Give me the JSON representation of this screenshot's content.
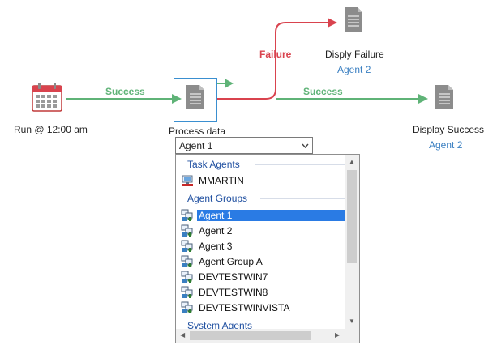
{
  "flow": {
    "nodes": {
      "run": {
        "label": "Run @ 12:00 am"
      },
      "process": {
        "label": "Process data"
      },
      "failure": {
        "label": "Disply Failure",
        "agent": "Agent 2"
      },
      "success": {
        "label": "Display Success",
        "agent": "Agent 2"
      }
    },
    "edges": {
      "run_to_process": "Success",
      "process_to_failure": "Failure",
      "process_to_success": "Success"
    },
    "colors": {
      "success": "#5fb377",
      "failure": "#d9434e",
      "agent_link": "#3a7fc1"
    }
  },
  "agent_select": {
    "value": "Agent 1",
    "groups": [
      {
        "header": "Task Agents",
        "items": [
          "MMARTIN"
        ]
      },
      {
        "header": "Agent Groups",
        "items": [
          "Agent 1",
          "Agent 2",
          "Agent 3",
          "Agent Group A",
          "DEVTESTWIN7",
          "DEVTESTWIN8",
          "DEVTESTWINVISTA"
        ]
      },
      {
        "header": "System Agents",
        "items": []
      }
    ],
    "selected_item": "Agent 1"
  }
}
